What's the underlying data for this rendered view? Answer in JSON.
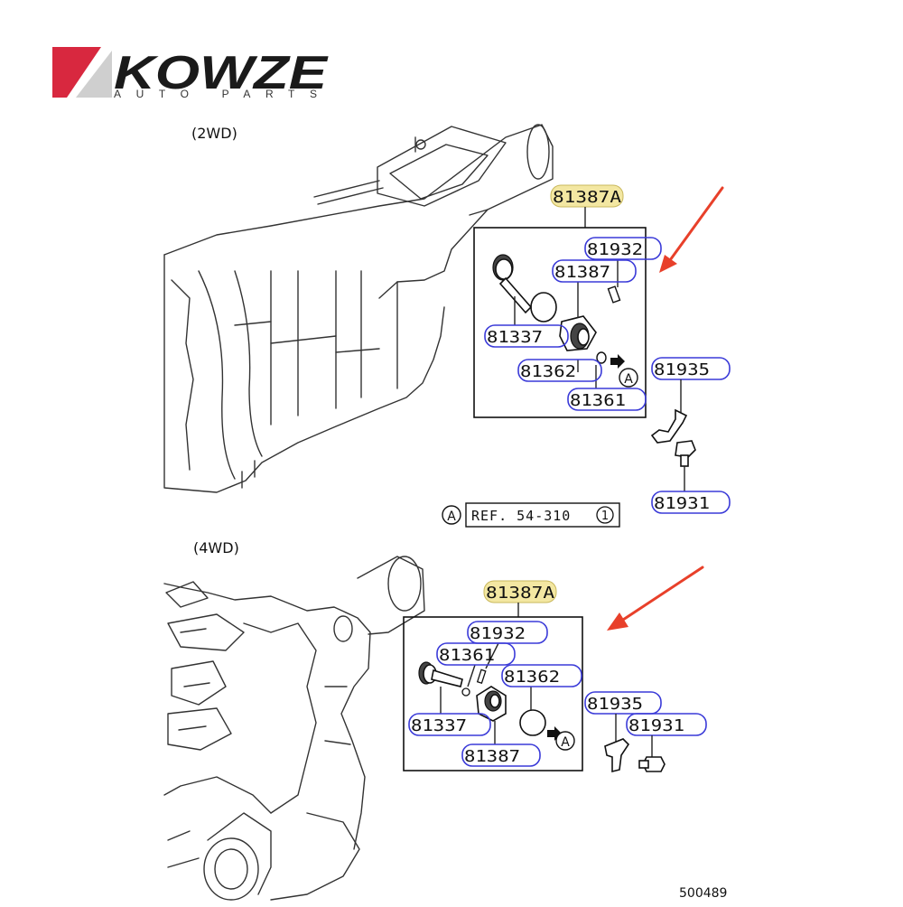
{
  "brand": {
    "name": "KOWZE",
    "tagline": "AUTO PARTS",
    "colors": {
      "logo_red": "#d8283f",
      "logo_dark": "#1a1a1a"
    }
  },
  "diagram": {
    "figure_number": "500489",
    "reference": {
      "marker": "A",
      "text": "REF. 54-310",
      "circled_num": "1"
    },
    "sections": [
      {
        "title": "(2WD)",
        "assembly_label": "81387A",
        "callouts": [
          "81932",
          "81387",
          "81337",
          "81362",
          "81361",
          "81935",
          "81931"
        ],
        "pointer_marker": "A"
      },
      {
        "title": "(4WD)",
        "assembly_label": "81387A",
        "callouts": [
          "81932",
          "81361",
          "81362",
          "81337",
          "81387",
          "81935",
          "81931"
        ],
        "pointer_marker": "A"
      }
    ],
    "colors": {
      "callout_outline": "#3a3ad8",
      "highlight_fill": "#f3e7a2",
      "arrow": "#e8402a"
    }
  }
}
